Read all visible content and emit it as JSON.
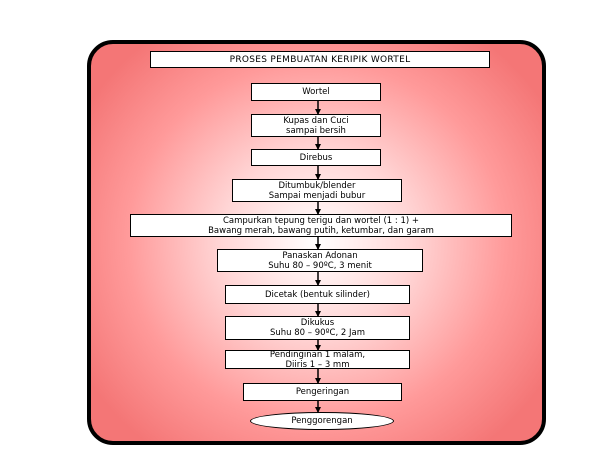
{
  "title": "PROSES PEMBUATAN  KERIPIK WORTEL",
  "steps": [
    {
      "id": "wortel",
      "lines": [
        "Wortel"
      ]
    },
    {
      "id": "kupas",
      "lines": [
        "Kupas dan Cuci",
        "sampai bersih"
      ]
    },
    {
      "id": "direbus",
      "lines": [
        "Direbus"
      ]
    },
    {
      "id": "ditumbuk",
      "lines": [
        "Ditumbuk/blender",
        "Sampai menjadi bubur"
      ]
    },
    {
      "id": "campurkan",
      "lines": [
        "Campurkan tepung terigu dan wortel (1 : 1)  +",
        "Bawang merah, bawang putih, ketumbar, dan garam"
      ]
    },
    {
      "id": "panaskan",
      "lines": [
        "Panaskan Adonan",
        "Suhu 80 – 90ºC, 3 menit"
      ]
    },
    {
      "id": "dicetak",
      "lines": [
        "Dicetak (bentuk silinder)"
      ]
    },
    {
      "id": "dikukus",
      "lines": [
        "Dikukus",
        "Suhu 80 – 90ºC, 2 Jam"
      ]
    },
    {
      "id": "pendinginan",
      "lines": [
        "Pendinginan 1 malam,",
        "Diiris 1 – 3 mm"
      ]
    },
    {
      "id": "pengeringan",
      "lines": [
        "Pengeringan"
      ]
    },
    {
      "id": "penggorengan",
      "lines": [
        "Penggorengan"
      ]
    }
  ],
  "colors": {
    "panel_edge": "#f47676",
    "panel_center": "#ffffff",
    "border": "#000000"
  }
}
